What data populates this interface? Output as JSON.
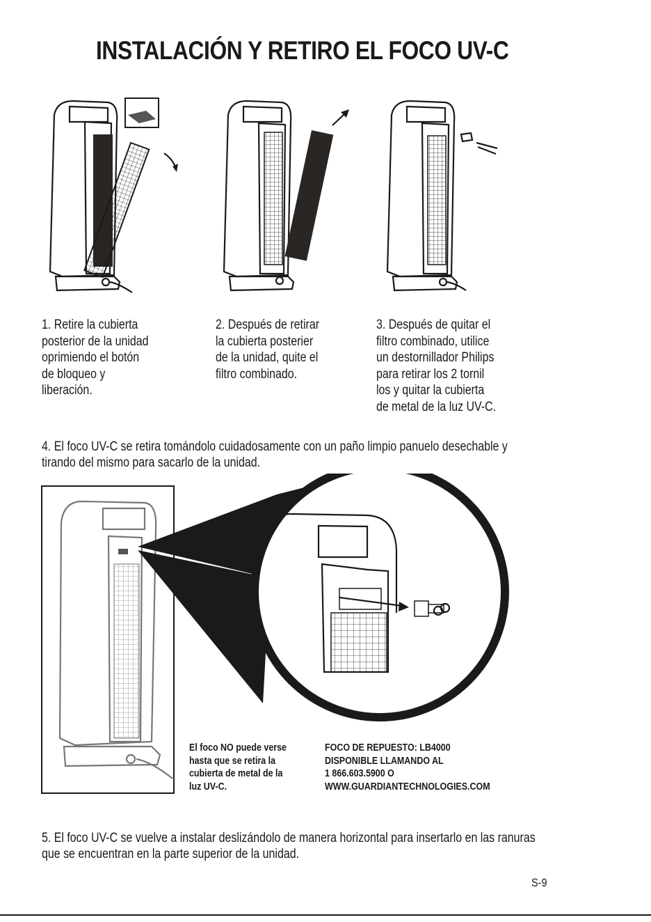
{
  "page": {
    "title": "INSTALACIÓN Y RETIRO EL FOCO UV-C",
    "page_number": "S-9"
  },
  "steps": [
    {
      "text": "1.  Retire la cubierta\nposterior de la unidad\noprimiendo el botón\nde bloqueo y\nliberación."
    },
    {
      "text": "2.  Después de retirar\nla cubierta posterier\nde la unidad, quite el\nfiltro combinado."
    },
    {
      "text": "3.  Después de quitar el\nfiltro combinado, utilice\nun destornillador Philips\npara retirar los 2 tornil\nlos y quitar la cubierta\nde metal de la luz UV-C."
    }
  ],
  "paragraphs": {
    "step4": "4. El foco UV-C se retira tomándolo cuidadosamente con un paño limpio panuelo desechable y tirando del mismo para sacarlo de la unidad.",
    "step5": "5. El foco UV-C se vuelve a instalar deslizándolo de manera horizontal para insertarlo en las ranuras que se encuentran en la parte superior de la unidad."
  },
  "notes": {
    "bulb_hidden": "El foco NO puede verse\nhasta que se retira la\ncubierta de metal de la\nluz UV-C.",
    "replacement": "FOCO DE REPUESTO: LB4000\nDISPONIBLE LLAMANDO AL\n1 866.603.5900 O\nWWW.GUARDIANTECHNOLOGIES.COM"
  }
}
